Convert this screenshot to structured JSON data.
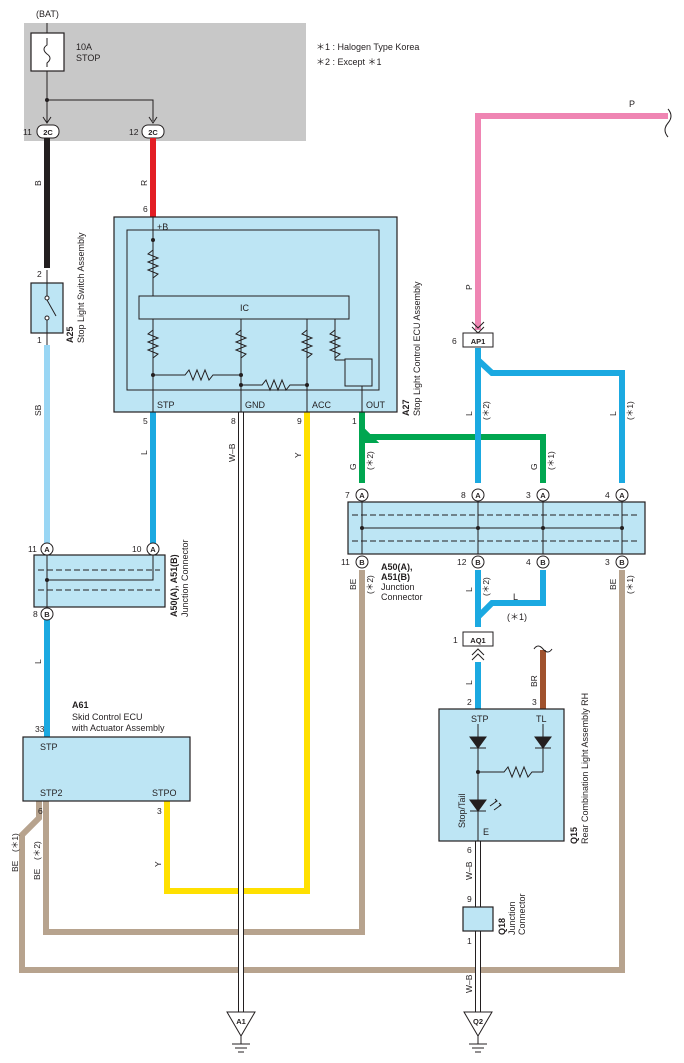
{
  "notes": [
    "＊1 : Halogen Type Korea",
    "＊2 : Except ＊1"
  ],
  "battery": {
    "label": "(BAT)",
    "fuse_amp": "10A",
    "fuse_name": "STOP"
  },
  "connector_2C": {
    "name": "2C",
    "pin_left": "11",
    "pin_right": "12"
  },
  "wire_colors": {
    "B": "#231f20",
    "R": "#e31e24",
    "SB": "#99d6f4",
    "L": "#1ba9e1",
    "W-B": "#ffffff",
    "Y": "#ffe000",
    "G": "#00a650",
    "BE": "#b7a38e",
    "P": "#ef85b3",
    "BR": "#a0522d"
  },
  "wire_labels": {
    "b": "B",
    "r": "R",
    "sb": "SB",
    "l": "L",
    "wb": "W–B",
    "y": "Y",
    "g": "G",
    "be": "BE",
    "p": "P",
    "br": "BR"
  },
  "suffix": {
    "s1": "(＊1)",
    "s2": "(＊2)"
  },
  "A25": {
    "id": "A25",
    "name": "Stop Light Switch Assembly",
    "pin_in": "2",
    "pin_out": "1"
  },
  "A27": {
    "id": "A27",
    "name": "Stop Light Control ECU Assembly",
    "plus_b": "+B",
    "ic": "IC",
    "terms": [
      "STP",
      "GND",
      "ACC",
      "OUT"
    ],
    "pins": {
      "plus_b": "6",
      "stp": "5",
      "gnd": "8",
      "acc": "9",
      "out": "1"
    }
  },
  "jc_left": {
    "id": "A50(A), A51(B)",
    "name": "Junction Connector",
    "pins": {
      "top_left": "11",
      "top_right": "10",
      "bottom": "8"
    },
    "letter_a": "A",
    "letter_b": "B"
  },
  "jc_right": {
    "id1": "A50(A),",
    "id2": "A51(B)",
    "name1": "Junction",
    "name2": "Connector",
    "pins_top": [
      "7",
      "8",
      "3",
      "4"
    ],
    "pins_bottom": [
      "11",
      "12",
      "4",
      "3"
    ]
  },
  "AP1": {
    "name": "AP1",
    "pin": "6"
  },
  "AQ1": {
    "name": "AQ1",
    "pin": "1"
  },
  "A61": {
    "id": "A61",
    "name1": "Skid Control ECU",
    "name2": "with Actuator Assembly",
    "terms": {
      "stp": "STP",
      "stp2": "STP2",
      "stpo": "STPO"
    },
    "pins": {
      "stp": "33",
      "stp2": "6",
      "stpo": "3"
    }
  },
  "Q15": {
    "id": "Q15",
    "name": "Rear Combination Light Assembly RH",
    "terms": {
      "stp": "STP",
      "tl": "TL",
      "stop_tail": "Stop/Tail",
      "e": "E"
    },
    "pins": {
      "stp": "2",
      "tl": "3",
      "e": "6"
    }
  },
  "Q18": {
    "id": "Q18",
    "name1": "Junction",
    "name2": "Connector",
    "pin_top": "9",
    "pin_bottom": "1"
  },
  "grounds": [
    "A1",
    "Q2"
  ]
}
